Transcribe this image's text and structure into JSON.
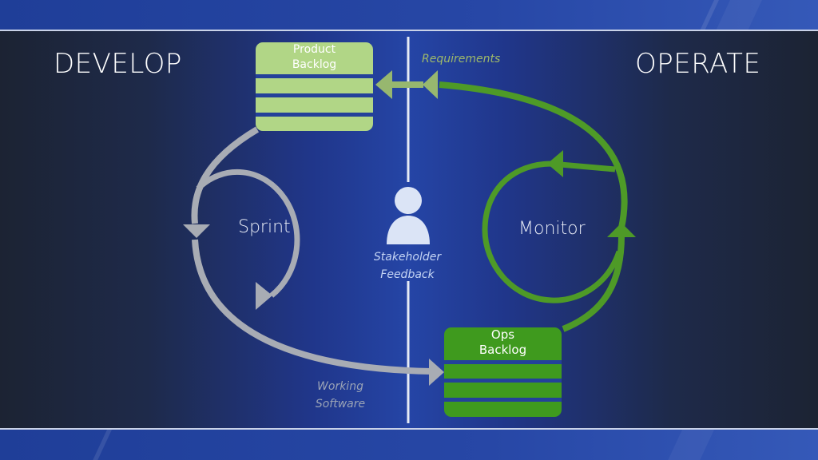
{
  "headings": {
    "develop": "DEVELOP",
    "operate": "OPERATE"
  },
  "boxes": {
    "product_backlog": {
      "line1": "Product",
      "line2": "Backlog",
      "color": "#b1d686"
    },
    "ops_backlog": {
      "line1": "Ops",
      "line2": "Backlog",
      "color": "#3f9a1e"
    }
  },
  "cycles": {
    "sprint": "Sprint",
    "monitor": "Monitor"
  },
  "flows": {
    "requirements": "Requirements",
    "stakeholder_line1": "Stakeholder",
    "stakeholder_line2": "Feedback",
    "working_line1": "Working",
    "working_line2": "Software"
  },
  "colors": {
    "develop_arrows": "#a8acb4",
    "operate_arrows": "#4e9a27",
    "requirements_arrow": "#97b76f",
    "stakeholder_icon": "#dbe4f6",
    "divider": "#e6ebf5"
  }
}
